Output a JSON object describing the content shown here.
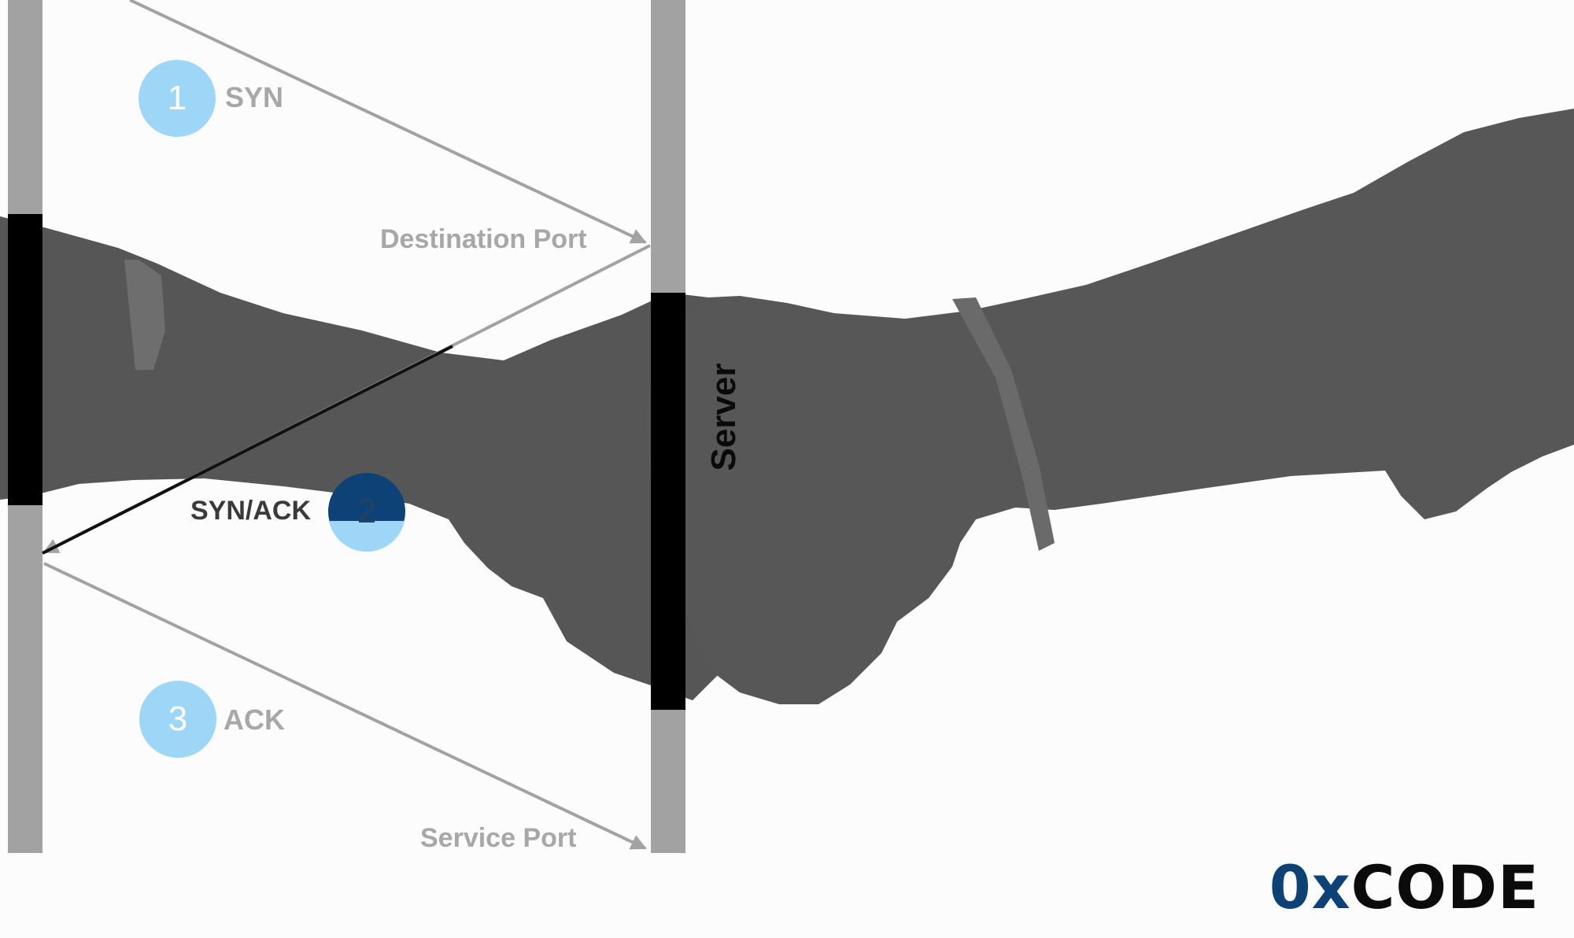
{
  "diagram": {
    "steps": [
      {
        "number": "1",
        "label": "SYN"
      },
      {
        "number": "2",
        "label": "SYN/ACK"
      },
      {
        "number": "3",
        "label": "ACK"
      }
    ],
    "port_labels": {
      "destination": "Destination Port",
      "service": "Service Port"
    },
    "server_label": "Server"
  },
  "brand": {
    "prefix": "0x",
    "suffix": "CODE"
  },
  "colors": {
    "step_active": "#0d4277",
    "step_inactive": "#9dd6f7",
    "timeline": "#a3a2a2",
    "arrow": "#a3a2a2",
    "silhouette": "#555555"
  }
}
